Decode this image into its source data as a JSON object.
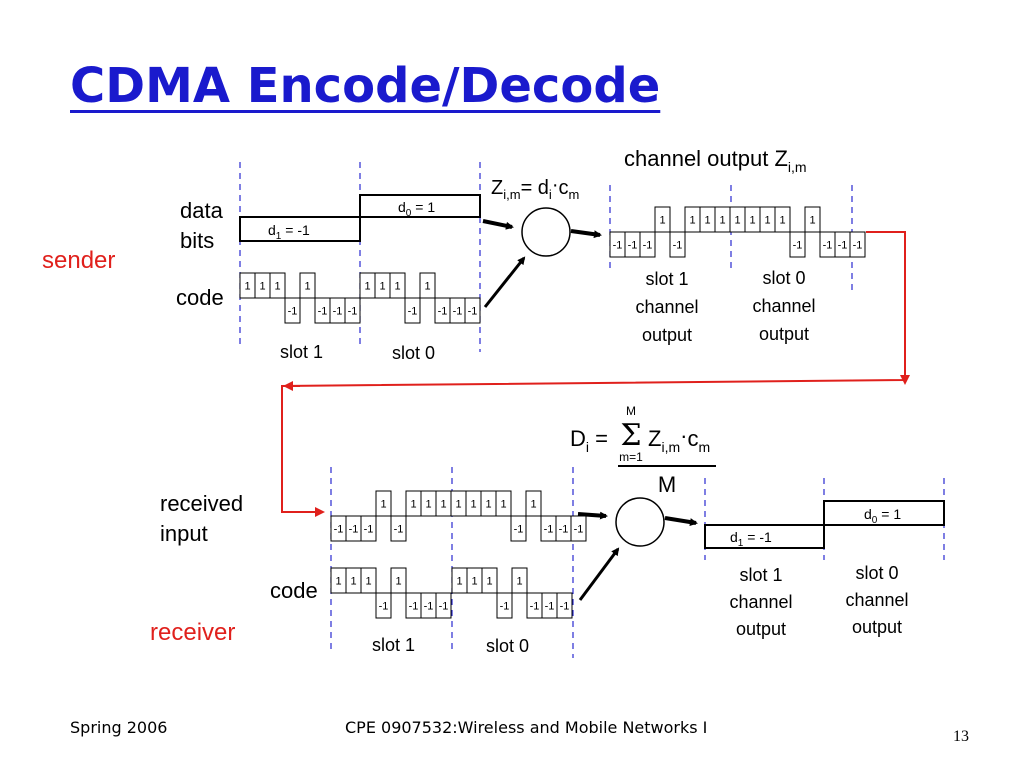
{
  "title": "CDMA Encode/Decode",
  "sender": {
    "label": "sender",
    "data_bits_label": [
      "data",
      "bits"
    ],
    "code_label": "code",
    "d1": {
      "sym": "d",
      "sub": "1",
      "rest": " = -1"
    },
    "d0": {
      "sym": "d",
      "sub": "0",
      "rest": " = 1"
    },
    "code_chips": [
      1,
      1,
      1,
      -1,
      1,
      -1,
      -1,
      -1
    ],
    "slot1": "slot 1",
    "slot0": "slot 0",
    "formula": {
      "lhs": "Z",
      "lhs_sub": "i,m",
      "eq": "= d",
      "d_sub": "i",
      "dot": "·",
      "c": "c",
      "c_sub": "m"
    },
    "channel_output": {
      "text": "channel output Z",
      "sub": "i,m"
    },
    "output_chips": [
      -1,
      -1,
      -1,
      1,
      -1,
      1,
      1,
      1,
      1,
      1,
      1,
      1,
      -1,
      1,
      -1,
      -1,
      -1
    ],
    "slot1_output": [
      "slot 1",
      "channel",
      "output"
    ],
    "slot0_output": [
      "slot 0",
      "channel",
      "output"
    ]
  },
  "receiver": {
    "label": "receiver",
    "received_label": [
      "received",
      "input"
    ],
    "code_label": "code",
    "received_chips": [
      -1,
      -1,
      -1,
      1,
      -1,
      1,
      1,
      1,
      1,
      1,
      1,
      1,
      -1,
      1,
      -1,
      -1,
      -1
    ],
    "code_chips": [
      1,
      1,
      1,
      -1,
      1,
      -1,
      -1,
      -1
    ],
    "slot1": "slot 1",
    "slot0": "slot 0",
    "formula": {
      "lhs": "D",
      "lhs_sub": "i",
      "eq": " = ",
      "sum": "Σ",
      "upper": "M",
      "lower": "m=1",
      "z": "Z",
      "z_sub": "i,m",
      "dot": "·",
      "c": "c",
      "c_sub": "m",
      "denominator": "M"
    },
    "d1": {
      "sym": "d",
      "sub": "1",
      "rest": " = -1"
    },
    "d0": {
      "sym": "d",
      "sub": "0",
      "rest": " = 1"
    },
    "slot1_output": [
      "slot 1",
      "channel",
      "output"
    ],
    "slot0_output": [
      "slot 0",
      "channel",
      "output"
    ]
  },
  "footer": {
    "left": "Spring 2006",
    "center": "CPE 0907532:Wireless and Mobile Networks I",
    "page": "13"
  },
  "colors": {
    "title": "#1a1acd",
    "accent_red": "#e0201c",
    "dashed_line": "#2a2ad0",
    "ink": "#000000"
  }
}
